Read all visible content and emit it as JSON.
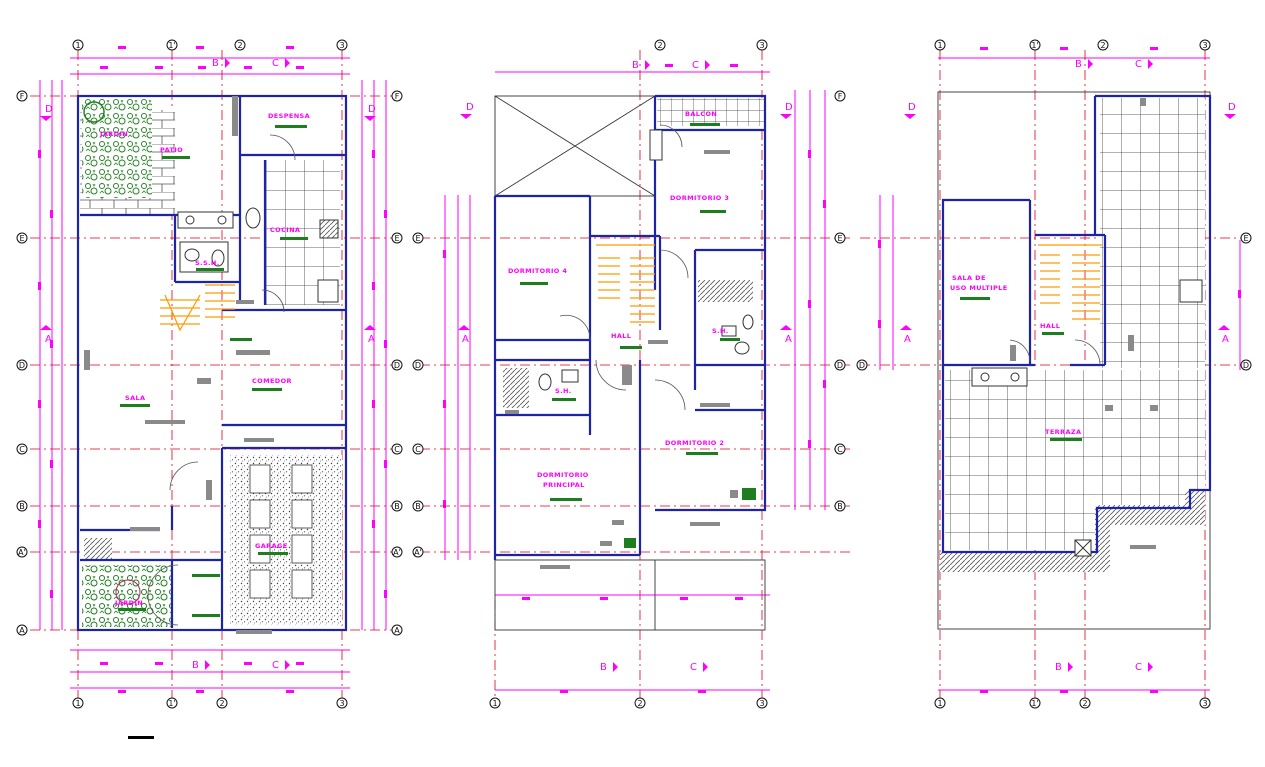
{
  "colors": {
    "wall": "#1d24a8",
    "dimension": "#ff00ff",
    "axis": "#e0001a",
    "stairs": "#ff9a00",
    "vegetation": "#1e7d1e",
    "label_tag": "#1e7d1e",
    "hatch": "#888888",
    "text_dark": "#222222"
  },
  "plans": [
    {
      "id": "plan-1",
      "rooms": {
        "jardin_top": "JARDIN",
        "patio": "PATIO",
        "despensa": "DESPENSA",
        "cocina": "COCINA",
        "ssh": "S.S.H.",
        "sala": "SALA",
        "comedor": "COMEDOR",
        "garage": "GARAGE",
        "jardin_bottom": "JARDIN"
      },
      "axes_top": [
        "1",
        "1'",
        "2",
        "3"
      ],
      "axes_bottom": [
        "1",
        "1'",
        "2",
        "3"
      ],
      "axes_side": [
        "F",
        "E",
        "D",
        "C",
        "B",
        "A'",
        "A"
      ],
      "section_marks": {
        "top": [
          "B",
          "C"
        ],
        "bottom": [
          "B",
          "C"
        ],
        "left": [
          "D",
          "A"
        ],
        "right": [
          "D",
          "A"
        ]
      }
    },
    {
      "id": "plan-2",
      "rooms": {
        "balcon": "BALCON",
        "dormitorio_3": "DORMITORIO 3",
        "dormitorio_4": "DORMITORIO 4",
        "hall": "HALL",
        "ssh_a": "S.H.",
        "ssh_b": "S.H.",
        "dormitorio_2": "DORMITORIO 2",
        "dormitorio_principal_1": "DORMITORIO",
        "dormitorio_principal_2": "PRINCIPAL"
      },
      "axes_top": [
        "2",
        "3"
      ],
      "axes_bottom": [
        "1",
        "2",
        "3"
      ],
      "axes_side": [
        "F",
        "E",
        "D",
        "C",
        "B",
        "A'"
      ],
      "section_marks": {
        "top": [
          "B",
          "C"
        ],
        "bottom": [
          "B",
          "C"
        ],
        "left": [
          "D",
          "A"
        ],
        "right": [
          "D",
          "A"
        ]
      }
    },
    {
      "id": "plan-3",
      "rooms": {
        "sala_1": "SALA DE",
        "sala_2": "USO MULTIPLE",
        "hall": "HALL",
        "terraza": "TERRAZA"
      },
      "axes_top": [
        "1",
        "1'",
        "2",
        "3"
      ],
      "axes_bottom": [
        "1",
        "1'",
        "2",
        "3"
      ],
      "axes_side": [
        "E",
        "D"
      ],
      "section_marks": {
        "top": [
          "B",
          "C"
        ],
        "bottom": [
          "B",
          "C"
        ],
        "left": [
          "D",
          "A"
        ],
        "right": [
          "D",
          "A"
        ]
      }
    }
  ]
}
